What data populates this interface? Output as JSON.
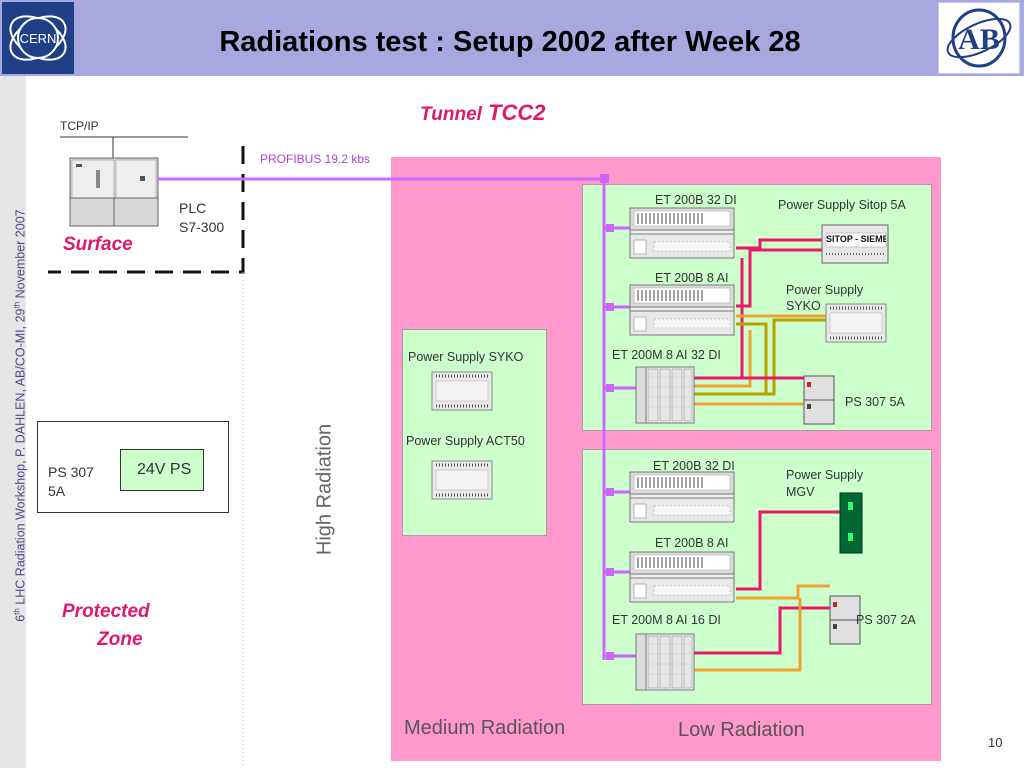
{
  "header": {
    "title": "Radiations test : Setup 2002 after Week 28",
    "cern_logo_text": "CERN",
    "ab_logo_text": "AB"
  },
  "sidebar": {
    "text_prefix": "6",
    "text_sup1": "th",
    "text_mid": " LHC Radiation Workshop,  P. DAHLEN, AB/CO-MI,  29",
    "text_sup2": "th",
    "text_suffix": " November 2007"
  },
  "labels": {
    "tunnel_word": "Tunnel",
    "tunnel_name": "TCC2",
    "tcpip": "TCP/IP",
    "profibus": "PROFIBUS 19.2 kbs",
    "plc_line1": "PLC",
    "plc_line2": "S7-300",
    "surface": "Surface",
    "protected_line1": "Protected",
    "protected_line2": "Zone",
    "ps307_line1": "PS 307",
    "ps307_line2": "5A",
    "ps24v": "24V PS",
    "high_radiation": "High Radiation",
    "medium_radiation": "Medium Radiation",
    "low_radiation": "Low Radiation",
    "page_number": "10"
  },
  "devices": {
    "ps_syko_left": "Power Supply SYKO",
    "ps_act50": "Power Supply ACT50",
    "top_et200b_32di": "ET 200B 32 DI",
    "top_et200b_8ai": "ET 200B 8 AI",
    "top_et200m": "ET 200M 8 AI 32 DI",
    "ps_sitop": "Power Supply Sitop 5A",
    "sitop_text": "SITOP - SIEME",
    "ps_syko_right_1": "Power Supply",
    "ps_syko_right_2": "SYKO",
    "ps307_5a": "PS 307 5A",
    "bot_et200b_32di": "ET 200B 32 DI",
    "bot_et200b_8ai": "ET 200B 8 AI",
    "bot_et200m": "ET 200M 8 AI 16 DI",
    "ps_mgv_1": "Power Supply",
    "ps_mgv_2": "MGV",
    "ps307_2a": "PS 307 2A"
  },
  "colors": {
    "header_bg": "#a8a8e0",
    "tunnel_bg": "#ff99cc",
    "zone_bg": "#ccffcc",
    "profibus_line": "#cc66ff",
    "red_cable": "#e8186c",
    "orange_cable": "#f0a030",
    "olive_cable": "#b8a000",
    "accent_text": "#e0186c"
  }
}
